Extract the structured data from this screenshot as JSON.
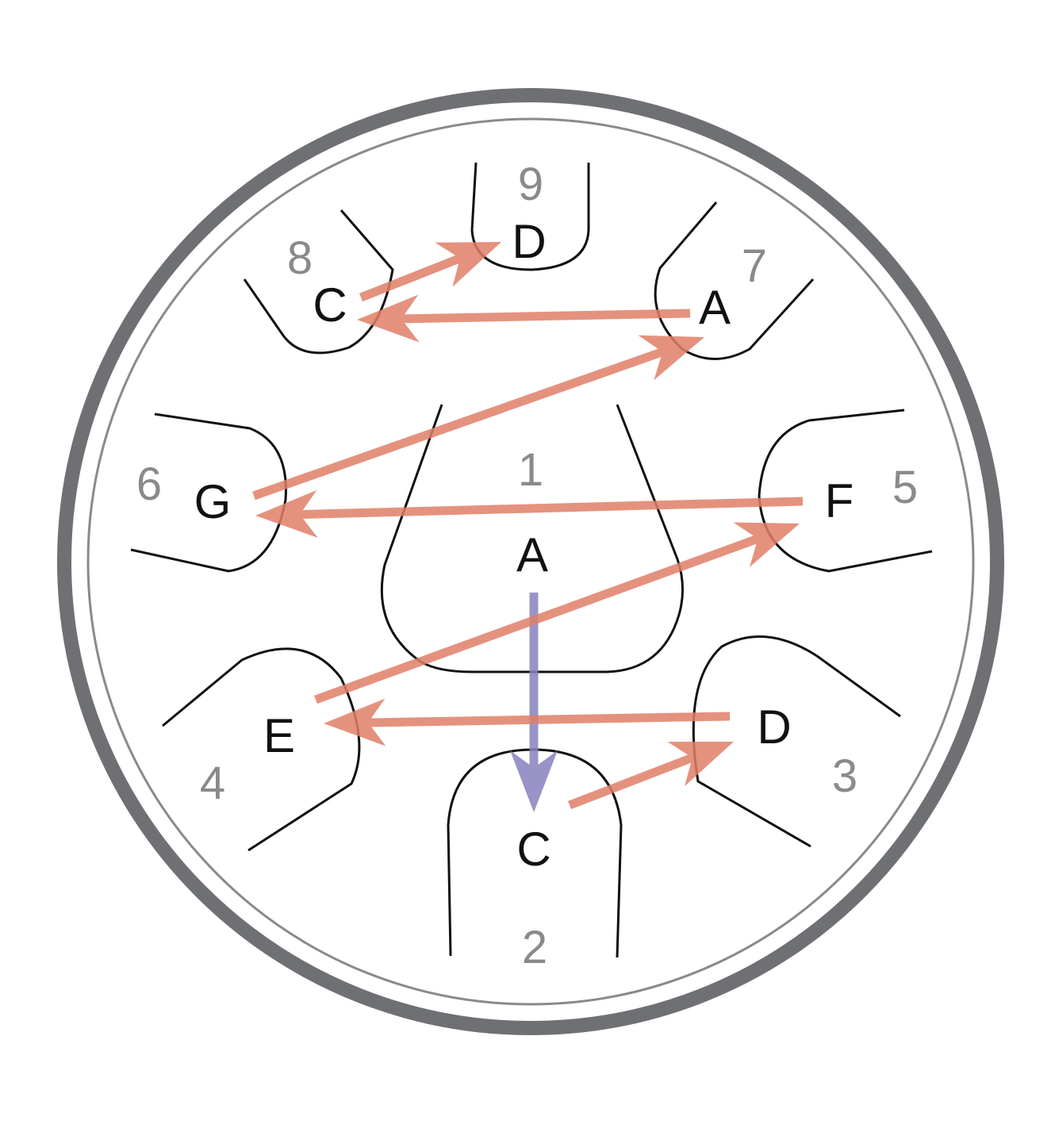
{
  "title": "Tongue drum playing order",
  "colors": {
    "rim": "#6f7073",
    "inner_ring": "#8a8a8a",
    "scale_arrow": "#e07f68",
    "center_arrow": "#8782be",
    "outline": "#111111"
  },
  "tones": [
    {
      "number": "1",
      "note": "A"
    },
    {
      "number": "2",
      "note": "C"
    },
    {
      "number": "3",
      "note": "D"
    },
    {
      "number": "4",
      "note": "E"
    },
    {
      "number": "5",
      "note": "F"
    },
    {
      "number": "6",
      "note": "G"
    },
    {
      "number": "7",
      "note": "A"
    },
    {
      "number": "8",
      "note": "C"
    },
    {
      "number": "9",
      "note": "D"
    }
  ],
  "sequence": [
    {
      "from": "1",
      "to": "2",
      "kind": "center"
    },
    {
      "from": "2",
      "to": "3",
      "kind": "scale"
    },
    {
      "from": "3",
      "to": "4",
      "kind": "scale"
    },
    {
      "from": "4",
      "to": "5",
      "kind": "scale"
    },
    {
      "from": "5",
      "to": "6",
      "kind": "scale"
    },
    {
      "from": "6",
      "to": "7",
      "kind": "scale"
    },
    {
      "from": "7",
      "to": "8",
      "kind": "scale"
    },
    {
      "from": "8",
      "to": "9",
      "kind": "scale"
    }
  ]
}
